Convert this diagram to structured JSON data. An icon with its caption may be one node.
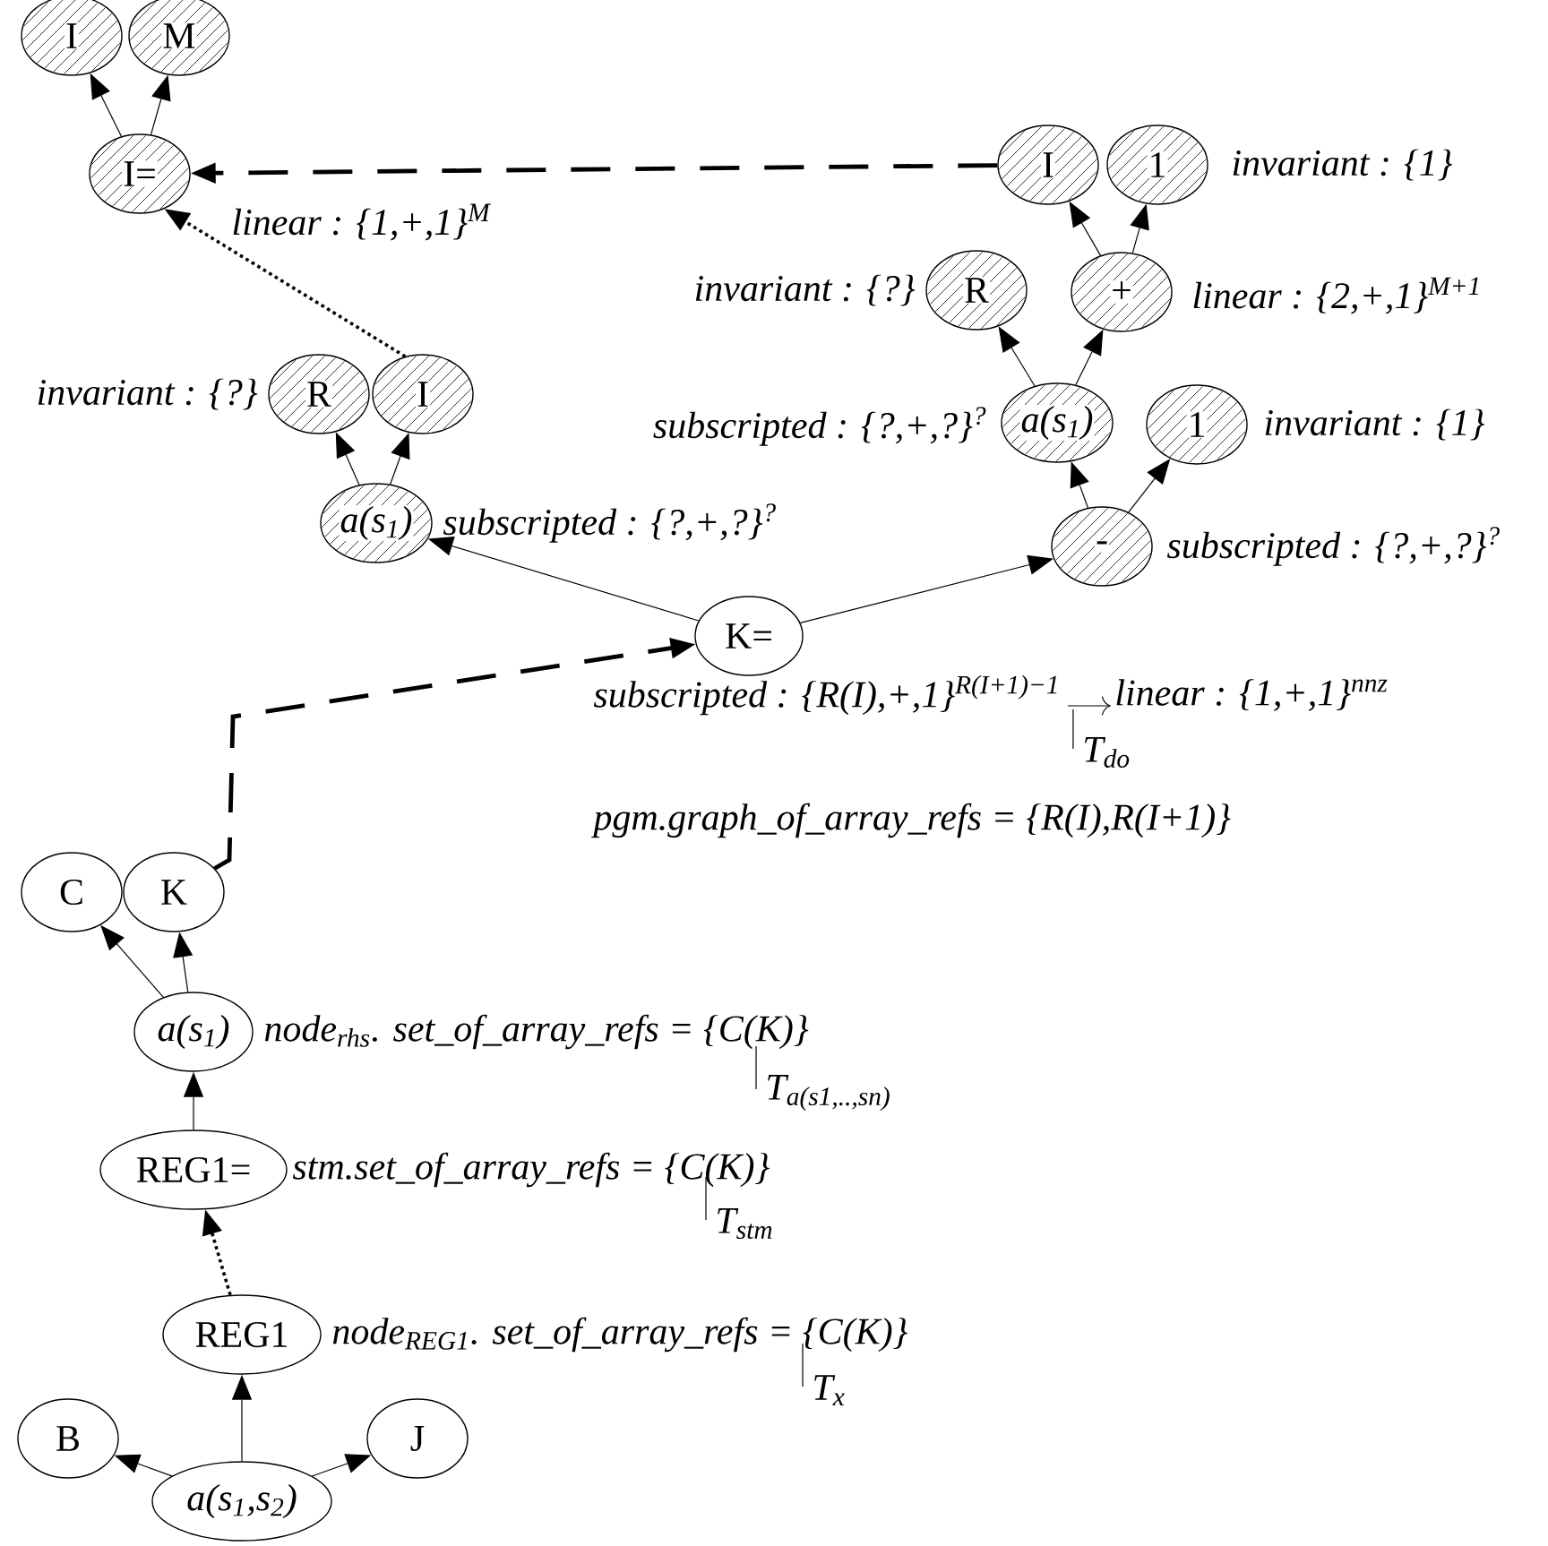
{
  "diagram": {
    "nodes": [
      {
        "text": [
          "I"
        ]
      },
      {
        "text": [
          "M"
        ]
      },
      {
        "text": [
          "I="
        ],
        "beside": [
          "linear : {1,+,1}$^{M}$"
        ]
      },
      {
        "text": [
          "I"
        ]
      },
      {
        "text": [
          "1"
        ],
        "beside": [
          "invariant : {1}"
        ]
      },
      {
        "text": [
          "R"
        ],
        "beside": [
          "invariant : {?}"
        ]
      },
      {
        "text": [
          "+"
        ],
        "beside": [
          "linear : {2,+,1}$^{M+1}$"
        ]
      },
      {
        "text": [
          "a(s$_{1}$)"
        ],
        "beside": [
          "subscripted : {?,+,?}$^{?}$"
        ]
      },
      {
        "text": [
          "1"
        ],
        "beside": [
          "invariant : {1}"
        ]
      },
      {
        "text": [
          "-"
        ],
        "beside": [
          "subscripted : {?,+,?}$^{?}$"
        ]
      },
      {
        "text": [
          "R"
        ],
        "beside": [
          "invariant : {?}"
        ]
      },
      {
        "text": [
          "I"
        ]
      },
      {
        "text": [
          "a(s$_{1}$)"
        ],
        "beside": [
          "subscripted : {?,+,?}$^{?}$"
        ]
      },
      {
        "text": [
          "K="
        ]
      },
      {
        "text": [
          "C"
        ]
      },
      {
        "text": [
          "K"
        ]
      },
      {
        "text": [
          "a(s$_{1}$)"
        ],
        "beside": [
          "node$_{rhs}$. set_of_array_refs = {C(K)}",
          "T$_{a(s1,..,sn)}$"
        ]
      },
      {
        "text": [
          "REG1="
        ],
        "beside": [
          "stm.set_of_array_refs = {C(K)}",
          "T$_{stm}$"
        ]
      },
      {
        "text": [
          "REG1"
        ],
        "beside": [
          "node$_{REG1}$. set_of_array_refs = {C(K)}",
          "T$_{x}$"
        ]
      },
      {
        "text": [
          "B"
        ]
      },
      {
        "text": [
          "J"
        ]
      },
      {
        "text": [
          "a(s$_{1}$,s$_{2}$)"
        ]
      }
    ],
    "edges": [
      {
        "from": 2,
        "to": 0,
        "arrow": "to"
      },
      {
        "from": 2,
        "to": 1,
        "arrow": "to"
      },
      {
        "from": 3,
        "to": 2,
        "arrow": "to",
        "style": "dashed"
      },
      {
        "from": 11,
        "to": 2,
        "arrow": "to",
        "style": "dashed"
      },
      {
        "from": 6,
        "to": 3,
        "arrow": "to"
      },
      {
        "from": 6,
        "to": 4,
        "arrow": "to"
      },
      {
        "from": 7,
        "to": 5,
        "arrow": "to"
      },
      {
        "from": 7,
        "to": 6,
        "arrow": "to"
      },
      {
        "from": 9,
        "to": 7,
        "arrow": "to"
      },
      {
        "from": 9,
        "to": 8,
        "arrow": "to"
      },
      {
        "from": 12,
        "to": 10,
        "arrow": "to"
      },
      {
        "from": 12,
        "to": 11,
        "arrow": "to"
      },
      {
        "from": 13,
        "to": 12,
        "arrow": "to"
      },
      {
        "from": 13,
        "to": 9,
        "arrow": "to"
      },
      {
        "from": 15,
        "to": 13,
        "arrow": "to",
        "style": "dashed"
      },
      {
        "from": 16,
        "to": 14,
        "arrow": "to"
      },
      {
        "from": 16,
        "to": 15,
        "arrow": "to"
      },
      {
        "from": 17,
        "to": 16,
        "arrow": "to"
      },
      {
        "from": 18,
        "to": 17,
        "arrow": "to",
        "style": "dashed"
      },
      {
        "from": 21,
        "to": 19,
        "arrow": "to"
      },
      {
        "from": 21,
        "to": 18,
        "arrow": "to"
      },
      {
        "from": 21,
        "to": 20,
        "arrow": "to"
      }
    ],
    "labels": [
      "subscripted : {R(I),+,1}$^{R(I+1)−1}$",
      "linear : {1,+,1}$^{nnz}$",
      "T$_{do}$",
      "pgm.graph_of_array_refs = {R(I),R(I+1)}"
    ]
  }
}
